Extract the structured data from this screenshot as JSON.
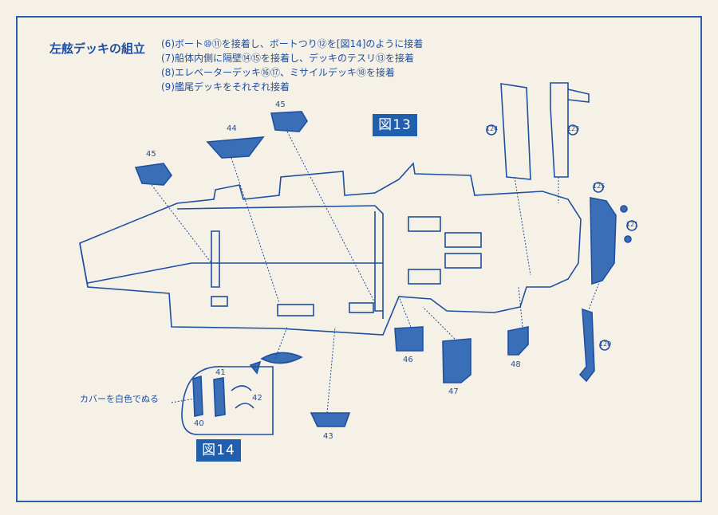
{
  "title": "左舷デッキの組立",
  "steps": [
    "(6)ボート⑩⑪を接着し、ボートつり⑫を[図14]のように接着",
    "(7)船体内側に隔壁⑭⑮を接着し、デッキのテスリ⑬を接着",
    "(8)エレベーターデッキ⑯⑰、ミサイルデッキ⑱を接着",
    "(9)艦尾デッキをそれぞれ接着"
  ],
  "figures": {
    "fig13": "図13",
    "fig14": "図14"
  },
  "note": "カバーを白色でぬる",
  "parts": {
    "p45a": "45",
    "p44": "44",
    "p45b": "45",
    "p46": "46",
    "p47": "47",
    "p48": "48",
    "p43": "43",
    "p124": "124",
    "p123": "123",
    "p125": "125",
    "p121": "121",
    "p120": "120",
    "p41": "41",
    "p40": "40",
    "p42": "42"
  },
  "colors": {
    "ink": "#1f4fa0",
    "fill": "#3a6fb8",
    "paper": "#f6f1e6"
  }
}
